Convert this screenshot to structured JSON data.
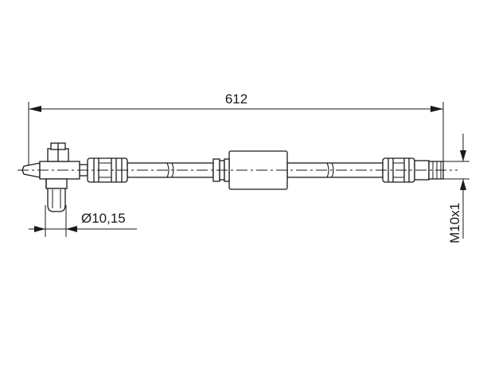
{
  "drawing": {
    "overall_length": "612",
    "fitting_diameter": "Ø10,15",
    "thread_size": "M10x1"
  }
}
